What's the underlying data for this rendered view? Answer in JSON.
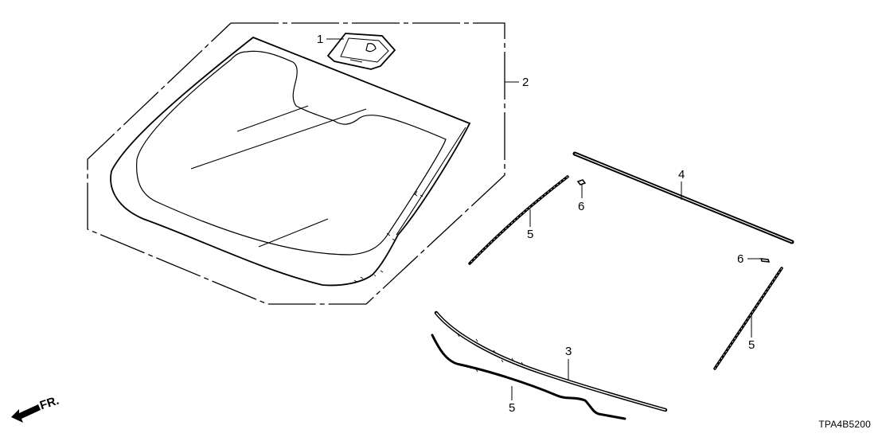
{
  "diagram": {
    "diagram_code": "TPA4B5200",
    "direction_indicator": {
      "label": "FR.",
      "icon": "front-arrow-icon"
    },
    "colors": {
      "line": "#000000",
      "background": "#ffffff"
    },
    "parts": [
      {
        "callout": "1",
        "description": "sensor bracket (mounted on windshield)"
      },
      {
        "callout": "2",
        "description": "windshield glass assembly (dash-dot boundary)"
      },
      {
        "callout": "3",
        "description": "lower windshield molding / dam rubber"
      },
      {
        "callout": "4",
        "description": "upper windshield molding"
      },
      {
        "callout": "5",
        "description": "side/lower windshield dam rubber (3 places)"
      },
      {
        "callout": "6",
        "description": "molding clip (2 places)"
      }
    ],
    "labels": {
      "c1": "1",
      "c2": "2",
      "c3": "3",
      "c4": "4",
      "c5a": "5",
      "c5b": "5",
      "c5c": "5",
      "c6a": "6",
      "c6b": "6"
    }
  }
}
